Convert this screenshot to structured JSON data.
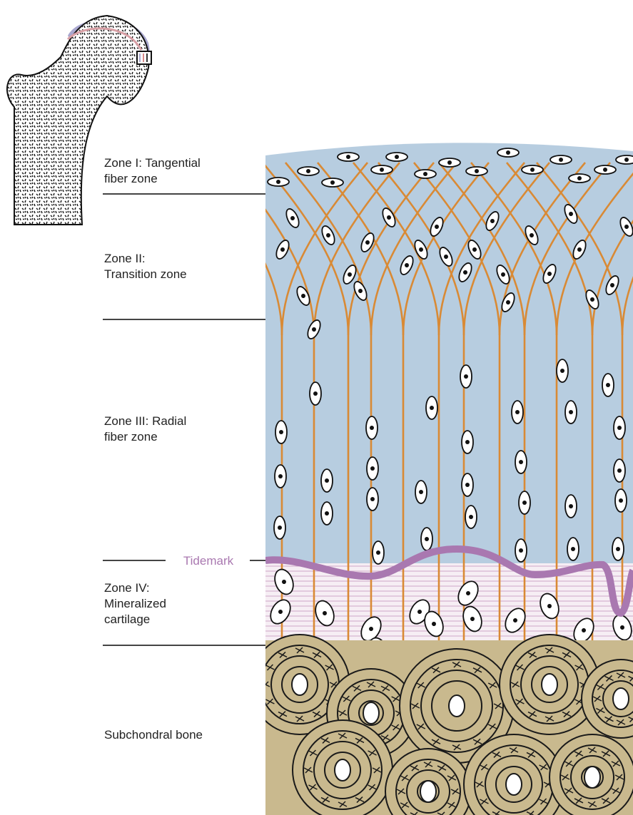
{
  "labels": {
    "zone1": "Zone I: Tangential\nfiber zone",
    "zone2": "Zone II:\nTransition zone",
    "zone3": "Zone III: Radial\nfiber zone",
    "tidemark": "Tidemark",
    "zone4": "Zone IV:\nMineralized\ncartilage",
    "subchondral": "Subchondral bone"
  },
  "colors": {
    "cartilage": "#b7cde0",
    "mineralized": "#f6eef4",
    "mineralized_lines": "#cfa7c9",
    "tidemark": "#a978b0",
    "fiber": "#d98a35",
    "bone": "#c9b98e",
    "bone_ink": "#1a1a1a",
    "label_text": "#222222",
    "femur_cap": "#a9a7cf"
  }
}
